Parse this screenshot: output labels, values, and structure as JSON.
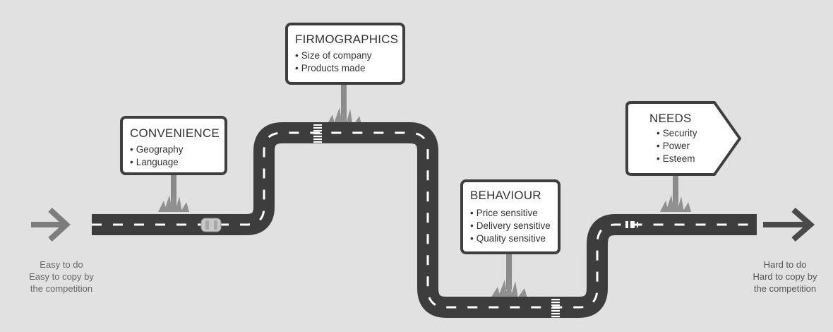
{
  "signs": {
    "convenience": {
      "title": "CONVENIENCE",
      "items": [
        "Geography",
        "Language"
      ]
    },
    "firmographics": {
      "title": "FIRMOGRAPHICS",
      "items": [
        "Size of company",
        "Products made"
      ]
    },
    "behaviour": {
      "title": "BEHAVIOUR",
      "items": [
        "Price sensitive",
        "Delivery sensitive",
        "Quality sensitive"
      ]
    },
    "needs": {
      "title": "NEEDS",
      "items": [
        "Security",
        "Power",
        "Esteem"
      ]
    }
  },
  "captions": {
    "start": [
      "Easy to do",
      "Easy to copy by",
      "the competition"
    ],
    "end": [
      "Hard to do",
      "Hard to copy by",
      "the competition"
    ]
  },
  "colors": {
    "background": "#e1e1e1",
    "road": "#3d3d3d",
    "lane_marking": "#ffffff",
    "sign_border": "#3e3e3e",
    "start_arrow": "#7d7d7d",
    "end_arrow": "#4a4a4a"
  },
  "icons": {
    "start_arrow": "arrow-right-icon",
    "end_arrow": "arrow-right-icon",
    "car": "car-icon",
    "grass": "grass-tuft-icon"
  }
}
